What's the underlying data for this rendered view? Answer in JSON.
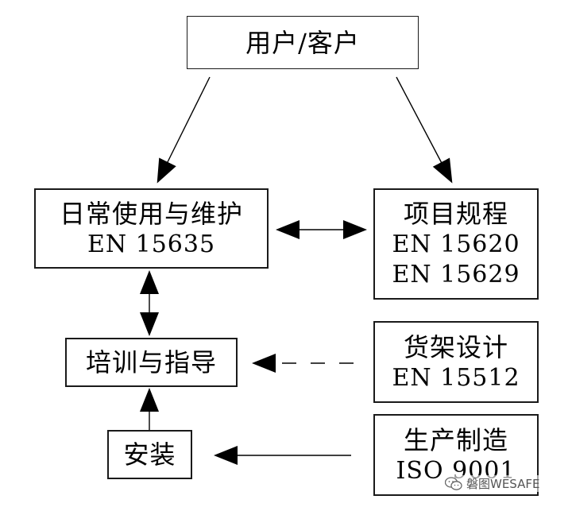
{
  "boxes": {
    "user": {
      "title": "用户/客户"
    },
    "daily": {
      "title": "日常使用与维护",
      "std": "EN 15635"
    },
    "project": {
      "title": "项目规程",
      "std1": "EN 15620",
      "std2": "EN 15629"
    },
    "training": {
      "title": "培训与指导"
    },
    "rack": {
      "title": "货架设计",
      "std": "EN 15512"
    },
    "install": {
      "title": "安装"
    },
    "mfg": {
      "title": "生产制造",
      "std": "ISO 9001"
    }
  },
  "watermark": {
    "text": "磐图WESAFE",
    "icon": "wechat-icon"
  }
}
